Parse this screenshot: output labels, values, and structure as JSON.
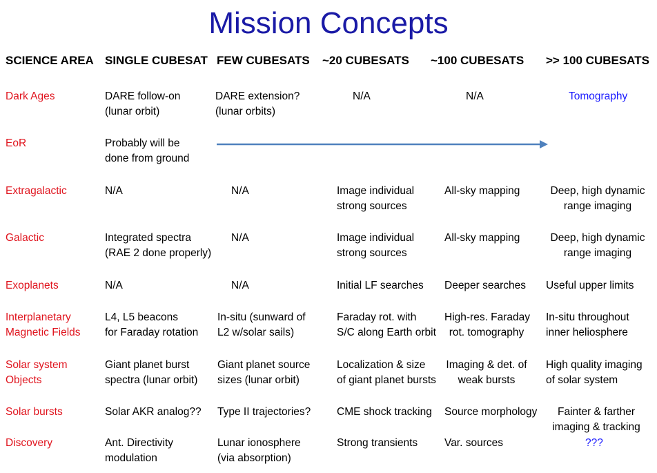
{
  "title": "Mission Concepts",
  "headers": [
    "SCIENCE AREA",
    "SINGLE CUBESAT",
    "FEW CUBESATS",
    "~20 CUBESATS",
    "~100 CUBESATS",
    ">> 100 CUBESATS"
  ],
  "rows": [
    {
      "area": [
        "Dark Ages"
      ],
      "single": [
        "DARE follow-on",
        "(lunar orbit)"
      ],
      "few": [
        "DARE extension?",
        "(lunar orbits)"
      ],
      "c20": [
        "N/A"
      ],
      "c100": [
        "N/A"
      ],
      "cmore": [
        "Tomography"
      ]
    },
    {
      "area": [
        "EoR"
      ],
      "single": [
        "Probably will be",
        "done from ground"
      ]
    },
    {
      "area": [
        "Extragalactic"
      ],
      "single": [
        "N/A"
      ],
      "few": [
        "N/A"
      ],
      "c20": [
        "Image individual",
        "strong sources"
      ],
      "c100": [
        "All-sky mapping"
      ],
      "cmore": [
        "Deep, high dynamic",
        "range imaging"
      ]
    },
    {
      "area": [
        "Galactic"
      ],
      "single": [
        "Integrated spectra",
        "(RAE 2 done properly)"
      ],
      "few": [
        "N/A"
      ],
      "c20": [
        "Image individual",
        "strong sources"
      ],
      "c100": [
        "All-sky mapping"
      ],
      "cmore": [
        "Deep, high dynamic",
        "range imaging"
      ]
    },
    {
      "area": [
        "Exoplanets"
      ],
      "single": [
        "N/A"
      ],
      "few": [
        "N/A"
      ],
      "c20": [
        "Initial LF searches"
      ],
      "c100": [
        "Deeper searches"
      ],
      "cmore": [
        "Useful upper limits"
      ]
    },
    {
      "area": [
        "Interplanetary",
        "Magnetic Fields"
      ],
      "single": [
        "L4, L5 beacons",
        "for Faraday rotation"
      ],
      "few": [
        "In-situ (sunward of",
        "L2 w/solar sails)"
      ],
      "c20": [
        "Faraday rot. with",
        "S/C along Earth orbit"
      ],
      "c100": [
        "High-res. Faraday",
        "rot. tomography"
      ],
      "cmore": [
        "In-situ throughout",
        "inner heliosphere"
      ]
    },
    {
      "area": [
        "Solar system",
        "Objects"
      ],
      "single": [
        "Giant planet burst",
        "spectra (lunar orbit)"
      ],
      "few": [
        "Giant planet source",
        "sizes (lunar orbit)"
      ],
      "c20": [
        "Localization & size",
        "of giant planet bursts"
      ],
      "c100": [
        "Imaging & det. of",
        "weak bursts"
      ],
      "cmore": [
        "High quality imaging",
        "of solar system"
      ]
    },
    {
      "area": [
        "Solar bursts"
      ],
      "single": [
        "Solar AKR analog??"
      ],
      "few": [
        "Type II trajectories?"
      ],
      "c20": [
        "CME shock tracking"
      ],
      "c100": [
        "Source morphology"
      ],
      "cmore": [
        "Fainter & farther",
        "imaging & tracking"
      ]
    },
    {
      "area": [
        "Discovery"
      ],
      "single": [
        "Ant. Directivity",
        "modulation"
      ],
      "few": [
        "Lunar ionosphere",
        "(via absorption)"
      ],
      "c20": [
        "Strong transients"
      ],
      "c100": [
        "Var. sources"
      ],
      "cmore": [
        "???"
      ]
    }
  ],
  "colors": {
    "title": "#1a1aa6",
    "area": "#e0141e",
    "highlight": "#1a1aff",
    "arrow": "#4f81bd"
  }
}
